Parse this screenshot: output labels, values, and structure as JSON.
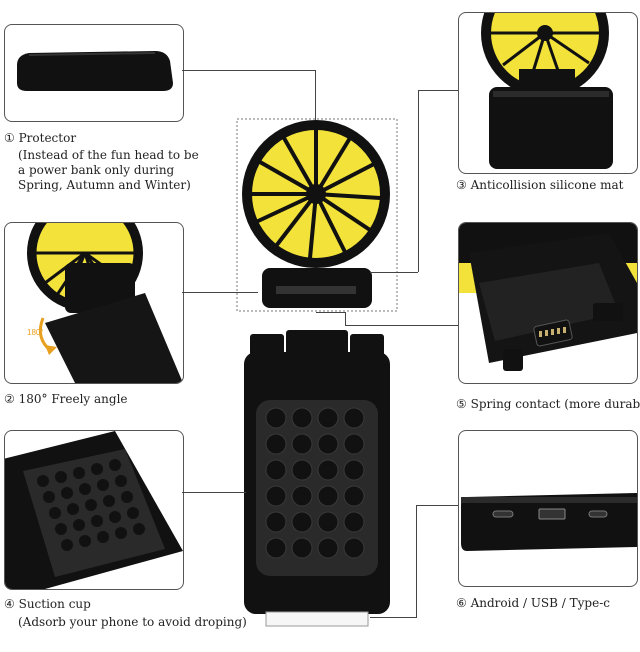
{
  "features": [
    {
      "num": "①",
      "title": "Protector",
      "desc_lines": [
        "(Instead of the fun head to be",
        "a power bank only during",
        "Spring, Autumn and Winter)"
      ]
    },
    {
      "num": "②",
      "title": "180° Freely angle",
      "desc_lines": []
    },
    {
      "num": "③",
      "title": "Anticollision silicone mat",
      "desc_lines": []
    },
    {
      "num": "④",
      "title": "Suction cup",
      "desc_lines": [
        "(Adsorb your phone to avoid droping)"
      ]
    },
    {
      "num": "⑤",
      "title": "Spring contact (more durable)",
      "desc_lines": []
    },
    {
      "num": "⑥",
      "title": "Android  / USB / Type-c",
      "desc_lines": []
    }
  ],
  "angle_label": "180°",
  "colors": {
    "fan_yellow": "#f2e23a",
    "body_black": "#111111",
    "cup_gray": "#2a2a2a",
    "accent_yellow": "#e8a020"
  }
}
